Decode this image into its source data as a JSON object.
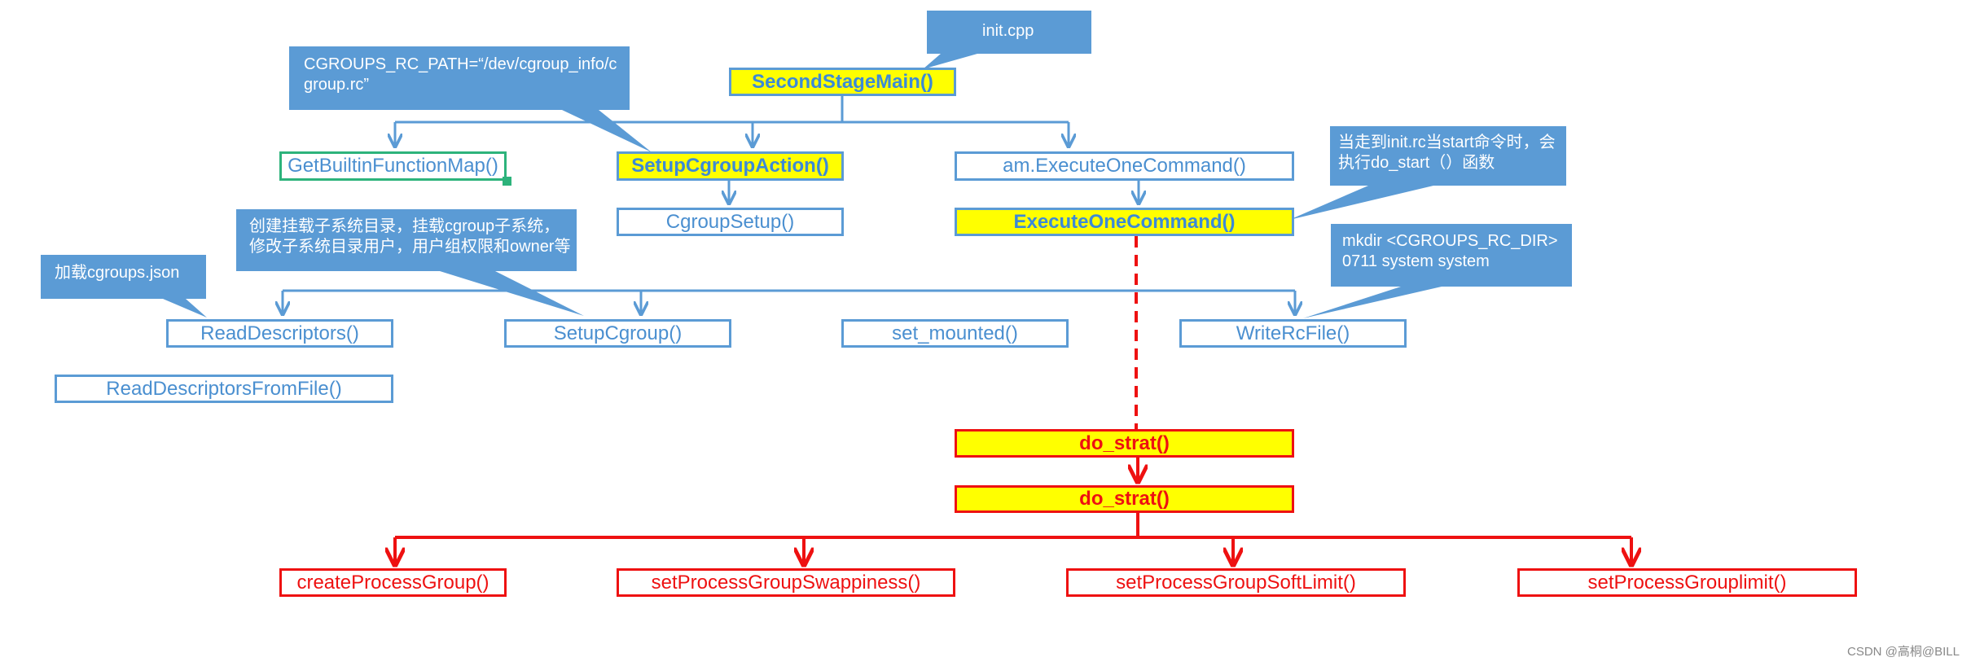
{
  "callouts": {
    "init_cpp": "init.cpp",
    "cgroups_path": "CGROUPS_RC_PATH=“/dev/cgroup_info/c\ngroup.rc”",
    "start_cmd": "当走到init.rc当start命令时，会\n执行do_start（）函数",
    "mount_subsystem": "创建挂载子系统目录，挂载cgroup子系统，\n修改子系统目录用户，用户组权限和owner等",
    "load_json": "加载cgroups.json",
    "mkdir": "mkdir <CGROUPS_RC_DIR>\n0711 system system"
  },
  "nodes": {
    "second_stage_main": "SecondStageMain()",
    "get_builtin_function_map": "GetBuiltinFunctionMap()",
    "setup_cgroup_action": "SetupCgroupAction()",
    "am_execute_one_command": "am.ExecuteOneCommand()",
    "cgroup_setup": "CgroupSetup()",
    "execute_one_command": "ExecuteOneCommand()",
    "read_descriptors": "ReadDescriptors()",
    "setup_cgroup": "SetupCgroup()",
    "set_mounted": "set_mounted()",
    "write_rc_file": "WriteRcFile()",
    "read_descriptors_from_file": "ReadDescriptorsFromFile()",
    "do_strat_1": "do_strat()",
    "do_strat_2": "do_strat()",
    "create_process_group": "createProcessGroup()",
    "set_process_group_swappiness": "setProcessGroupSwappiness()",
    "set_process_group_soft_limit": "setProcessGroupSoftLimit()",
    "set_process_group_limit": "setProcessGrouplimit()"
  },
  "watermark": "CSDN @高桐@BILL",
  "colors": {
    "blue_border": "#5b9bd5",
    "callout_fill": "#5b9bd5",
    "highlight_fill": "#ffff00",
    "red": "#ee1111",
    "green_border": "#2db37b"
  }
}
